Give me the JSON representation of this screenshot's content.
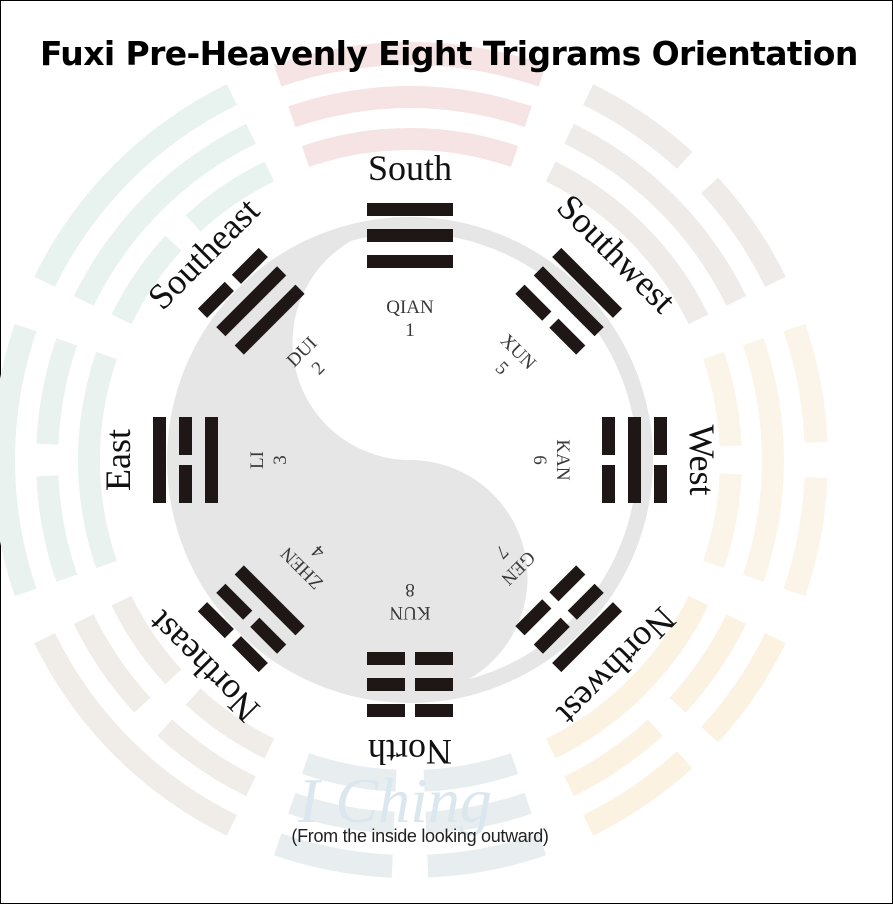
{
  "title": "Fuxi Pre-Heavenly Eight Trigrams Orientation",
  "caption": "(From the inside looking outward)",
  "watermark": "I Ching",
  "colors": {
    "trigram": "#1e1716",
    "yinyang": "#e6e6e6",
    "label": "#3a3a3a",
    "ring_south": "#f6e3e3",
    "ring_southwest": "#eeebe8",
    "ring_west": "#fbf4e8",
    "ring_northwest": "#fbf2e2",
    "ring_north": "#e8eef0",
    "ring_northeast": "#f0ece8",
    "ring_east": "#e9f2ef",
    "ring_southeast": "#e8f2ee",
    "watermark": "#dbe7ee"
  },
  "trigrams": [
    {
      "direction": "South",
      "name": "QIAN",
      "number": "1",
      "angle": 0,
      "lines": [
        1,
        1,
        1
      ]
    },
    {
      "direction": "Southwest",
      "name": "XUN",
      "number": "5",
      "angle": 45,
      "lines": [
        1,
        1,
        0
      ]
    },
    {
      "direction": "West",
      "name": "KAN",
      "number": "6",
      "angle": 90,
      "lines": [
        0,
        1,
        0
      ]
    },
    {
      "direction": "Northwest",
      "name": "GEN",
      "number": "7",
      "angle": 135,
      "lines": [
        1,
        0,
        0
      ]
    },
    {
      "direction": "North",
      "name": "KUN",
      "number": "8",
      "angle": 180,
      "lines": [
        0,
        0,
        0
      ]
    },
    {
      "direction": "Northeast",
      "name": "ZHEN",
      "number": "4",
      "angle": 225,
      "lines": [
        0,
        0,
        1
      ]
    },
    {
      "direction": "East",
      "name": "LI",
      "number": "3",
      "angle": 270,
      "lines": [
        1,
        0,
        1
      ]
    },
    {
      "direction": "Southeast",
      "name": "DUI",
      "number": "2",
      "angle": 315,
      "lines": [
        0,
        1,
        1
      ]
    }
  ]
}
